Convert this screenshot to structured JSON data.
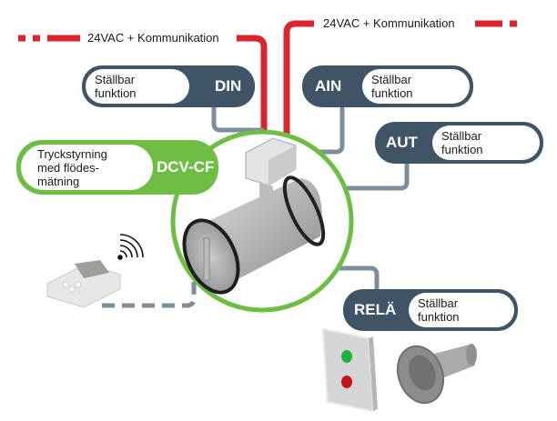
{
  "diagram": {
    "title": "DCV-CF connection overview",
    "colors": {
      "power_line": "#d6262e",
      "signal_line": "#7f8e9c",
      "module_dark": "#3f5466",
      "module_green": "#6fbe44",
      "text": "#1a1a1a"
    },
    "power_labels": [
      {
        "text": "24VAC + Kommunikation"
      },
      {
        "text": "24VAC + Kommunikation"
      }
    ],
    "modules": [
      {
        "code": "DIN",
        "description": "Ställbar\nfunktion",
        "style": "dark"
      },
      {
        "code": "AIN",
        "description": "Ställbar\nfunktion",
        "style": "dark"
      },
      {
        "code": "AUT",
        "description": "Ställbar\nfunktion",
        "style": "dark"
      },
      {
        "code": "DCV-CF",
        "description": "Tryckstyrning\nmed flödes-\nmätning",
        "style": "green"
      },
      {
        "code": "RELÄ",
        "description": "Ställbar\nfunktion",
        "style": "dark"
      }
    ],
    "devices": [
      {
        "name": "damper-unit",
        "label": ""
      },
      {
        "name": "wireless-controller",
        "label": ""
      },
      {
        "name": "indicator-lamp-panel",
        "label": ""
      },
      {
        "name": "horn-siren",
        "label": ""
      }
    ],
    "icons": {
      "wireless": "wifi-signal-icon"
    }
  }
}
